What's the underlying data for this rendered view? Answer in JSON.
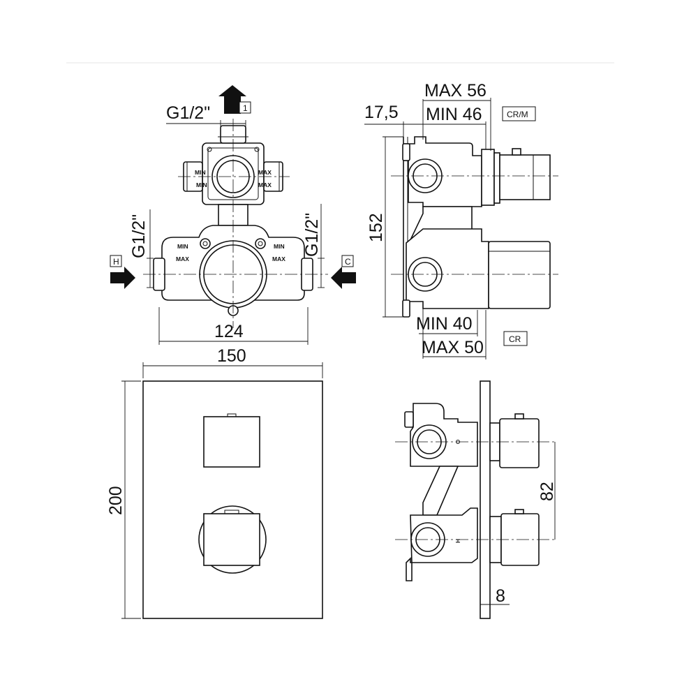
{
  "labels": {
    "top_thread": "G1/2\"",
    "left_thread": "G1/2\"",
    "right_thread": "G1/2\"",
    "outlet_tag": "1",
    "hot_tag": "H",
    "cold_tag": "C",
    "min": "MIN",
    "max": "MAX",
    "cr_m_tag": "CR/M",
    "cr_tag": "CR",
    "hot_mark": "H",
    "cold_mark": "C"
  },
  "dimensions": {
    "body_width": "124",
    "plate_width": "150",
    "plate_height": "200",
    "body_height": "152",
    "max_56": "MAX 56",
    "min_46": "MIN 46",
    "offset_17_5": "17,5",
    "min_40": "MIN 40",
    "max_50": "MAX 50",
    "handle_spacing": "82",
    "plate_thickness": "8"
  }
}
